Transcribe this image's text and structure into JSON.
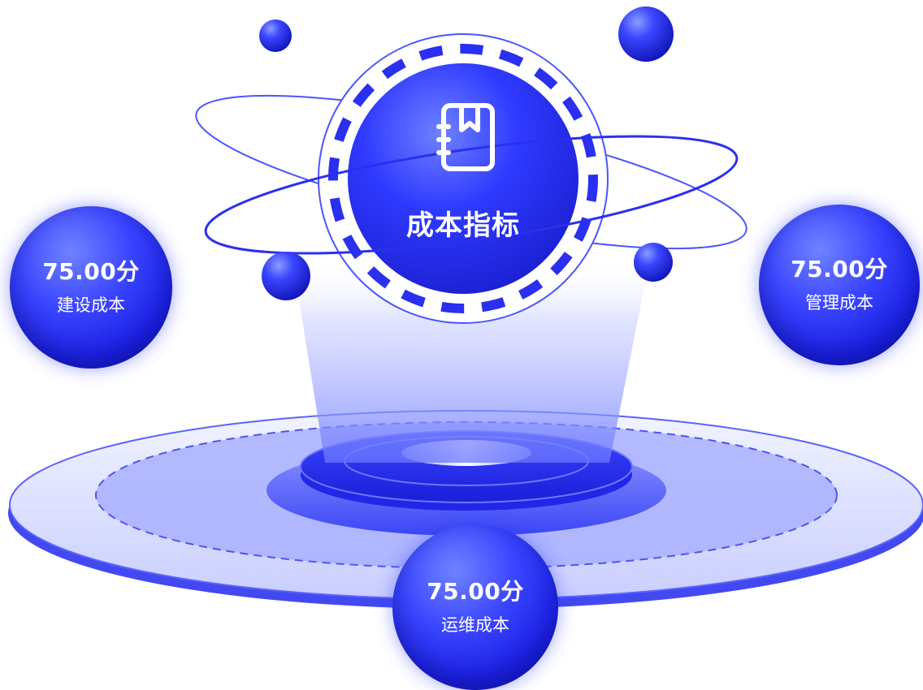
{
  "center": {
    "icon": "notebook-bookmark-icon",
    "title": "成本指标"
  },
  "metrics": [
    {
      "value": "75.00分",
      "label": "建设成本"
    },
    {
      "value": "75.00分",
      "label": "管理成本"
    },
    {
      "value": "75.00分",
      "label": "运维成本"
    }
  ],
  "colors": {
    "primary": "#2b2ff0",
    "highlight": "#6f82ff",
    "deep": "#1116b8",
    "platform_light": "#e6e9ff"
  }
}
